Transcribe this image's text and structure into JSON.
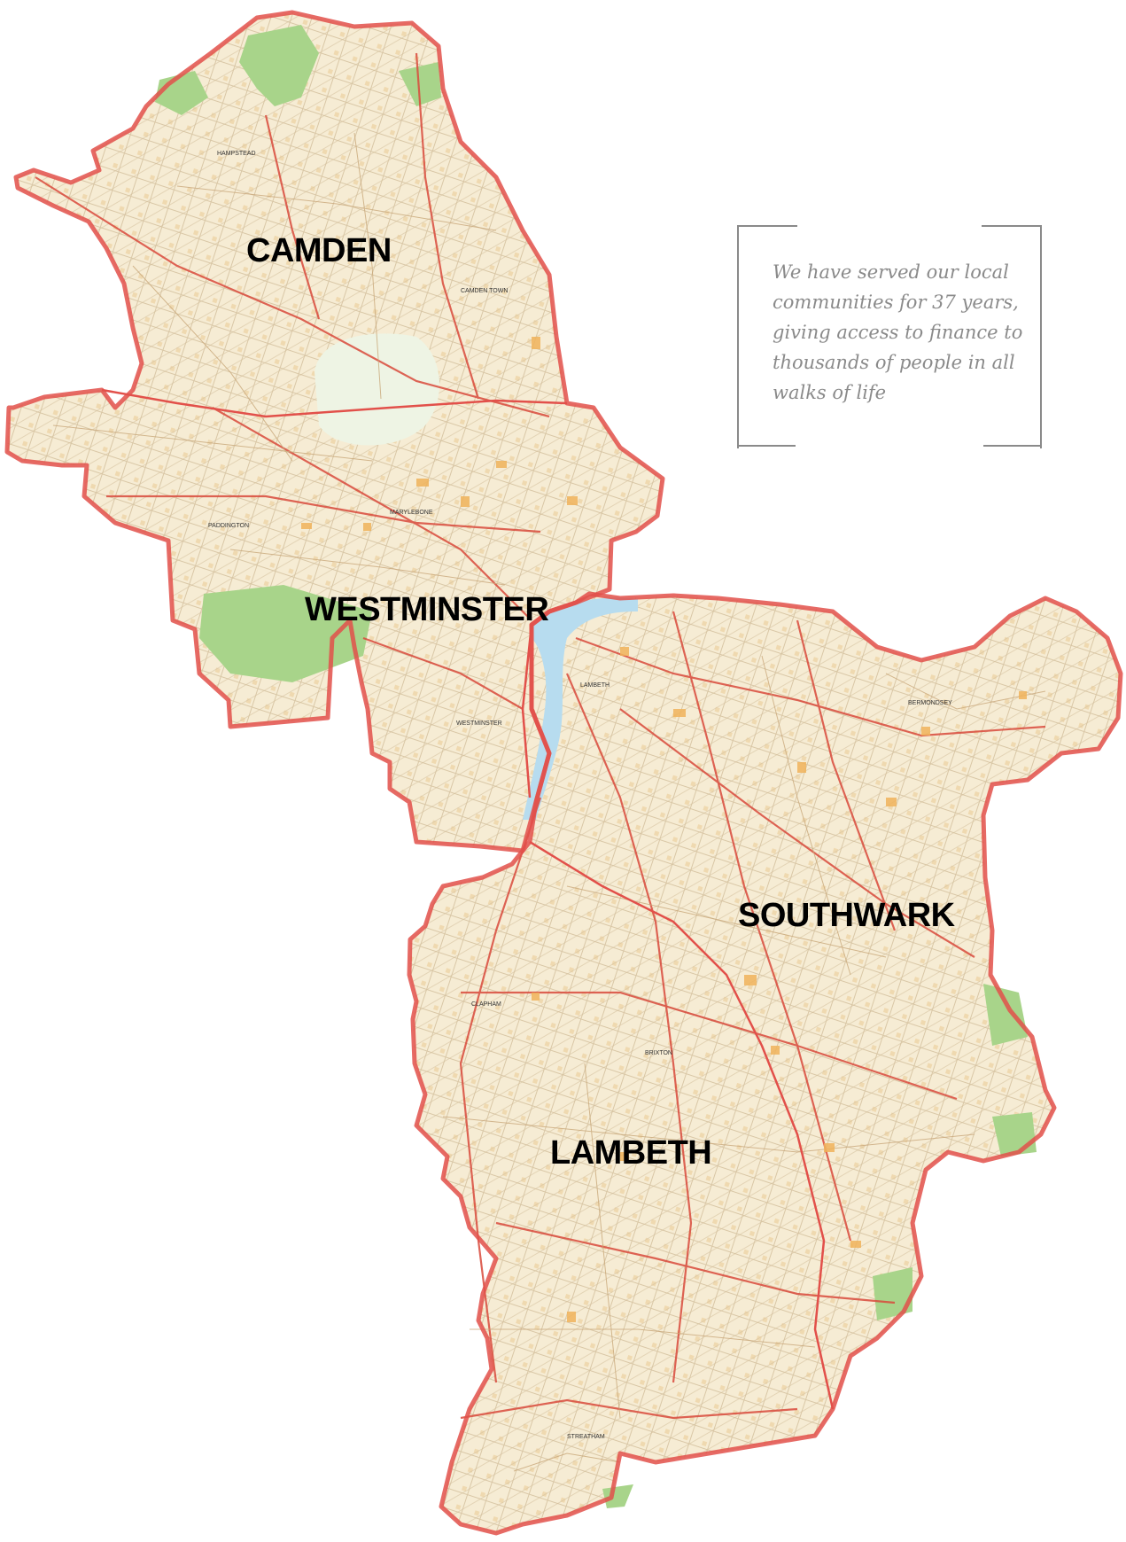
{
  "map": {
    "boroughs": [
      {
        "id": "camden",
        "name": "CAMDEN"
      },
      {
        "id": "westminster",
        "name": "WESTMINSTER"
      },
      {
        "id": "southwark",
        "name": "SOUTHWARK"
      },
      {
        "id": "lambeth",
        "name": "LAMBETH"
      }
    ],
    "places": [
      {
        "name": "HAMPSTEAD"
      },
      {
        "name": "CAMDEN TOWN"
      },
      {
        "name": "MARYLEBONE"
      },
      {
        "name": "PADDINGTON"
      },
      {
        "name": "WESTMINSTER"
      },
      {
        "name": "LAMBETH"
      },
      {
        "name": "BERMONDSEY"
      },
      {
        "name": "CLAPHAM"
      },
      {
        "name": "BRIXTON"
      },
      {
        "name": "STREATHAM"
      }
    ],
    "colors": {
      "boundary": "#e2504a",
      "land": "#f6ecd4",
      "park": "#a8d48a",
      "water": "#b7dcef",
      "road_major": "#d94a3c",
      "road_minor": "#c9b89a",
      "building": "#f0b35a"
    }
  },
  "quote": {
    "lines": [
      "We have served our local",
      "communities for 37 years,",
      "giving access to finance to",
      "thousands of people in all",
      "walks of life"
    ]
  }
}
